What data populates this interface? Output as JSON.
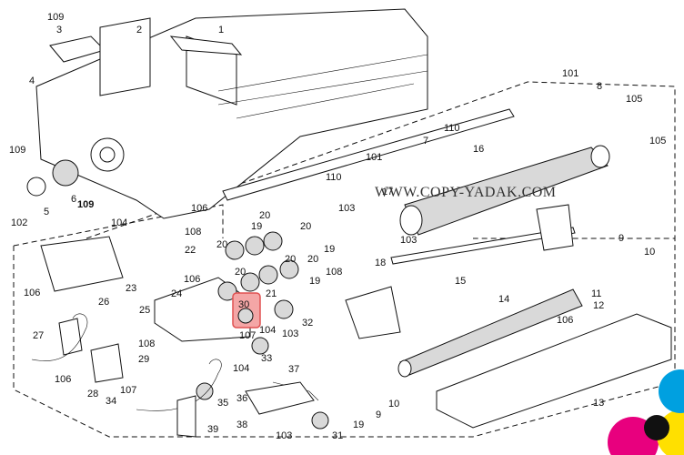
{
  "watermark": "WWW.COPY-YADAK.COM",
  "highlight": {
    "label": "30",
    "color": "#f4a6a6"
  },
  "callouts": [
    "109",
    "3",
    "2",
    "1",
    "4",
    "101",
    "8",
    "105",
    "105",
    "110",
    "109",
    "6",
    "5",
    "102",
    "109",
    "7",
    "16",
    "110",
    "101",
    "17",
    "103",
    "19",
    "20",
    "20",
    "20",
    "104",
    "106",
    "22",
    "108",
    "20",
    "20",
    "21",
    "20",
    "19",
    "103",
    "18",
    "15",
    "9",
    "10",
    "106",
    "26",
    "23",
    "24",
    "106",
    "108",
    "19",
    "25",
    "30",
    "104",
    "32",
    "103",
    "107",
    "104",
    "11",
    "12",
    "14",
    "27",
    "108",
    "106",
    "29",
    "107",
    "28",
    "34",
    "33",
    "37",
    "35",
    "36",
    "39",
    "38",
    "103",
    "31",
    "19",
    "9",
    "10",
    "106",
    "13"
  ],
  "brand_colors": [
    "#e8007e",
    "#00a0e0",
    "#ffe000",
    "#111111"
  ]
}
